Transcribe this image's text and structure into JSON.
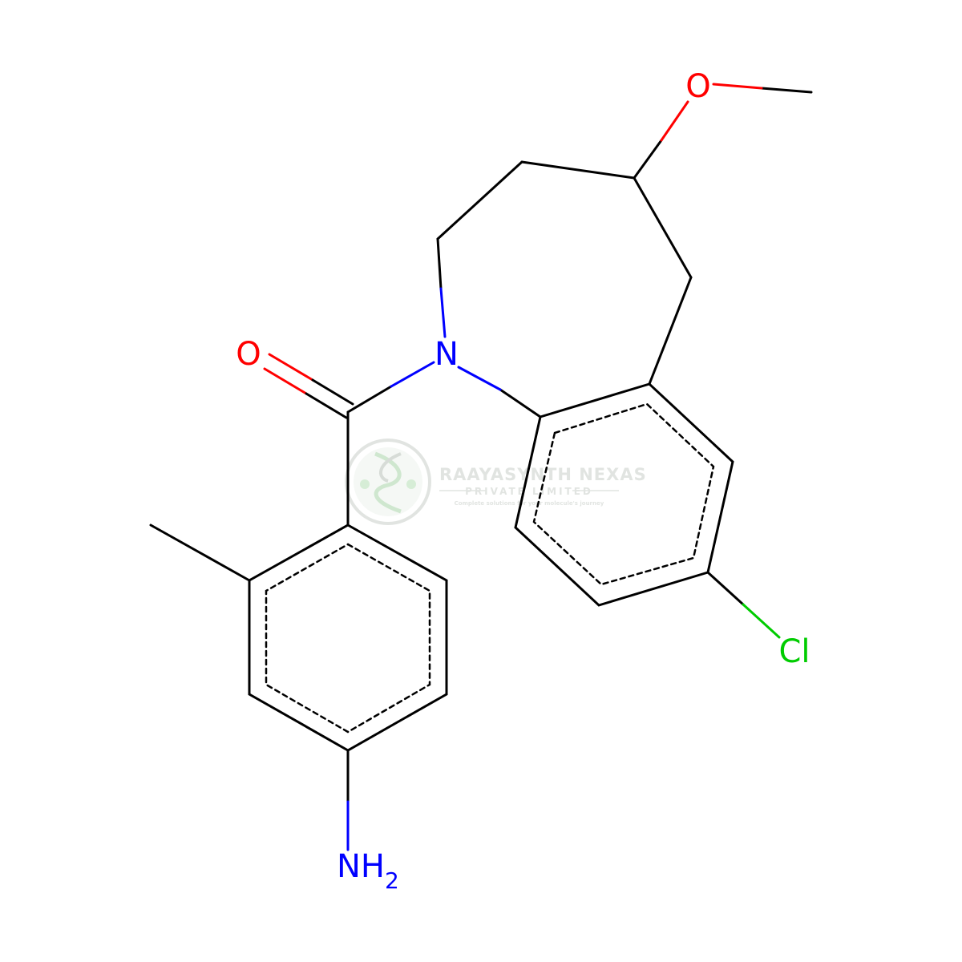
{
  "molecule": {
    "atom_labels": {
      "methoxy_oxygen": "O",
      "ring_nitrogen": "N",
      "carbonyl_oxygen": "O",
      "chlorine": "Cl",
      "amine_n": "NH",
      "amine_h_count": "2"
    }
  },
  "watermark": {
    "company_name": "RAAYASYNTH NEXAS",
    "company_type": "PRIVATE LIMITED",
    "tagline": "Complete solutions for your molecule's journey"
  },
  "colors": {
    "bond": "#000000",
    "oxygen": "#ff0000",
    "nitrogen": "#0000ff",
    "chlorine": "#00cc00",
    "watermark": "#c9cfc9"
  }
}
